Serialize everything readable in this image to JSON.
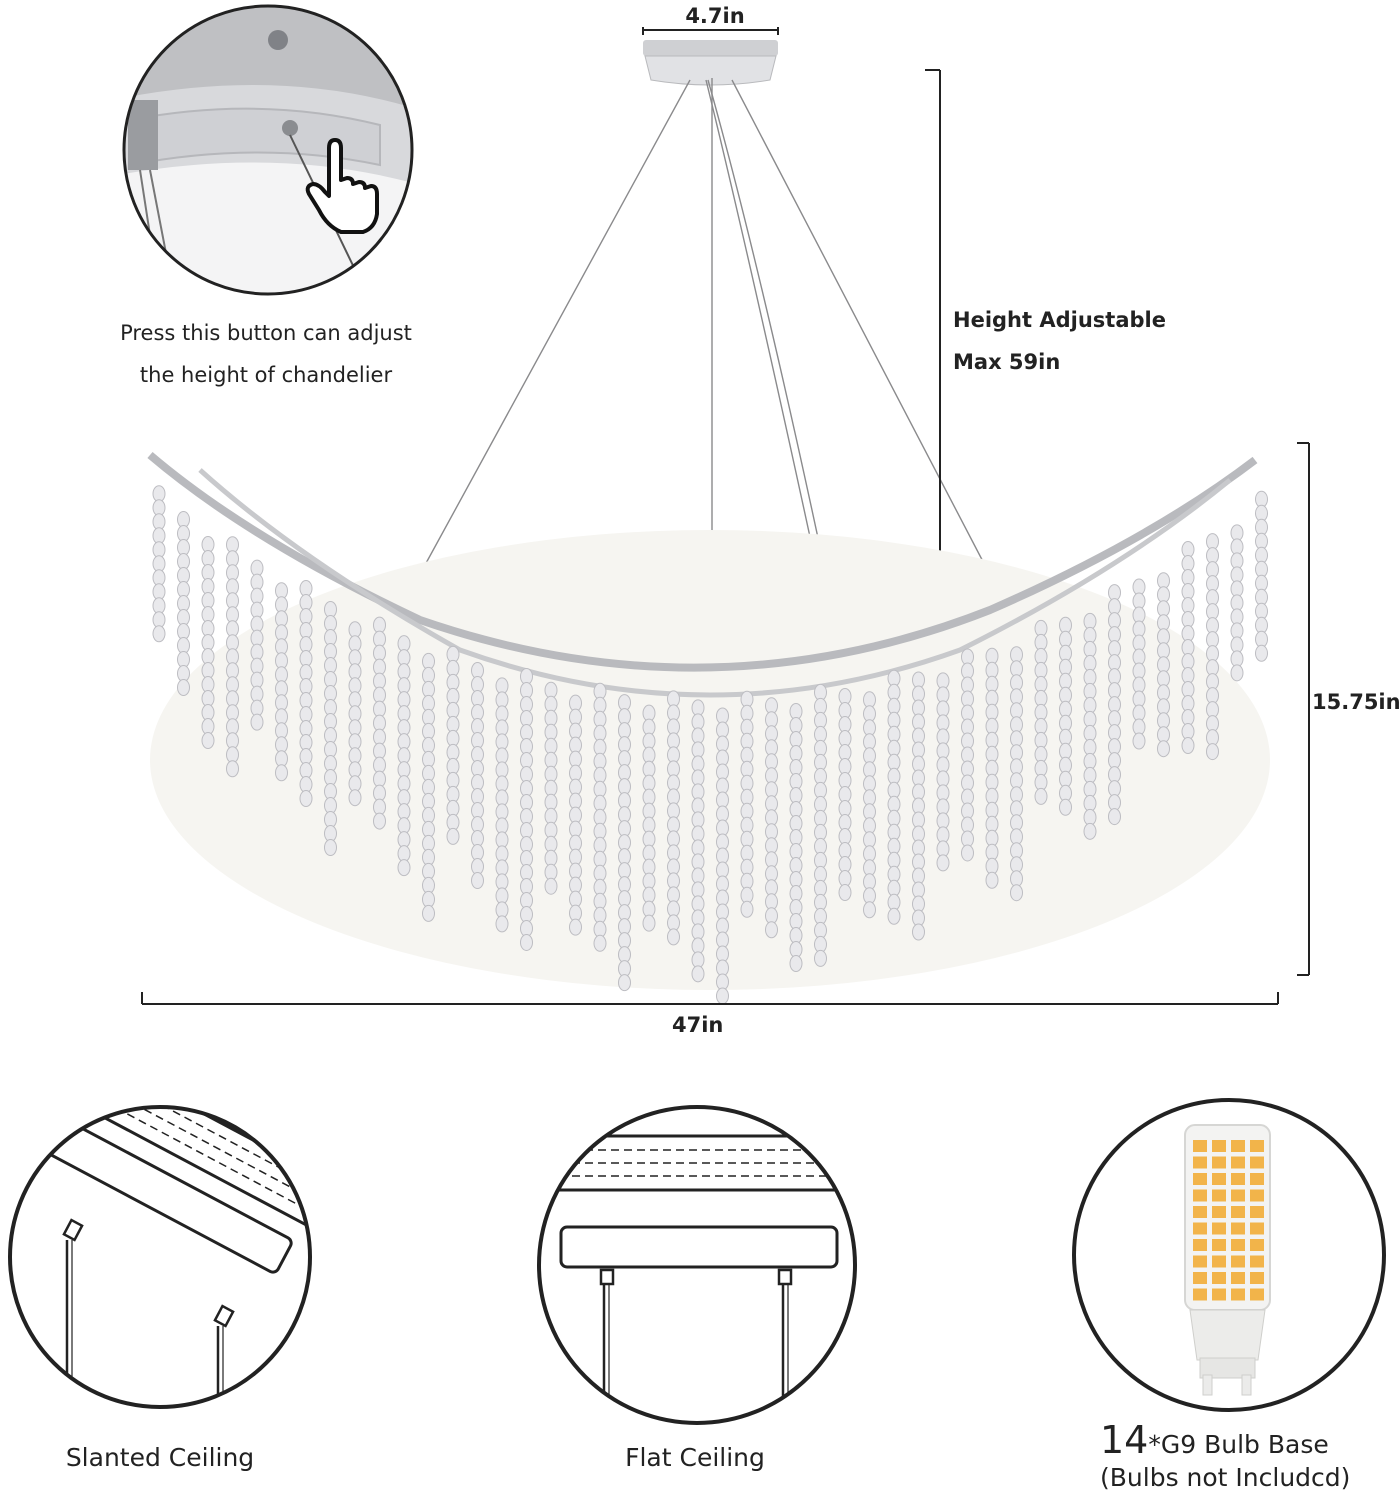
{
  "dimensions": {
    "canopy_width": "4.7in",
    "height_adjustable": "Height Adjustable",
    "max_height": "Max 59in",
    "body_height": "15.75in",
    "body_width": "47in"
  },
  "callout": {
    "line1": "Press this button can adjust",
    "line2": "the height of chandelier"
  },
  "installation": {
    "slanted": "Slanted Ceiling",
    "flat": "Flat Ceiling"
  },
  "bulb": {
    "count": "14",
    "base": "*G9 Bulb Base",
    "note": "(Bulbs not Includcd)"
  },
  "colors": {
    "line": "#222222",
    "crystal": "#e9e9ec",
    "silver": "#c9c9cc",
    "led": "#f2b44a"
  },
  "icons": [
    "hand-pointer-icon",
    "chandelier-image",
    "g9-bulb-icon"
  ]
}
